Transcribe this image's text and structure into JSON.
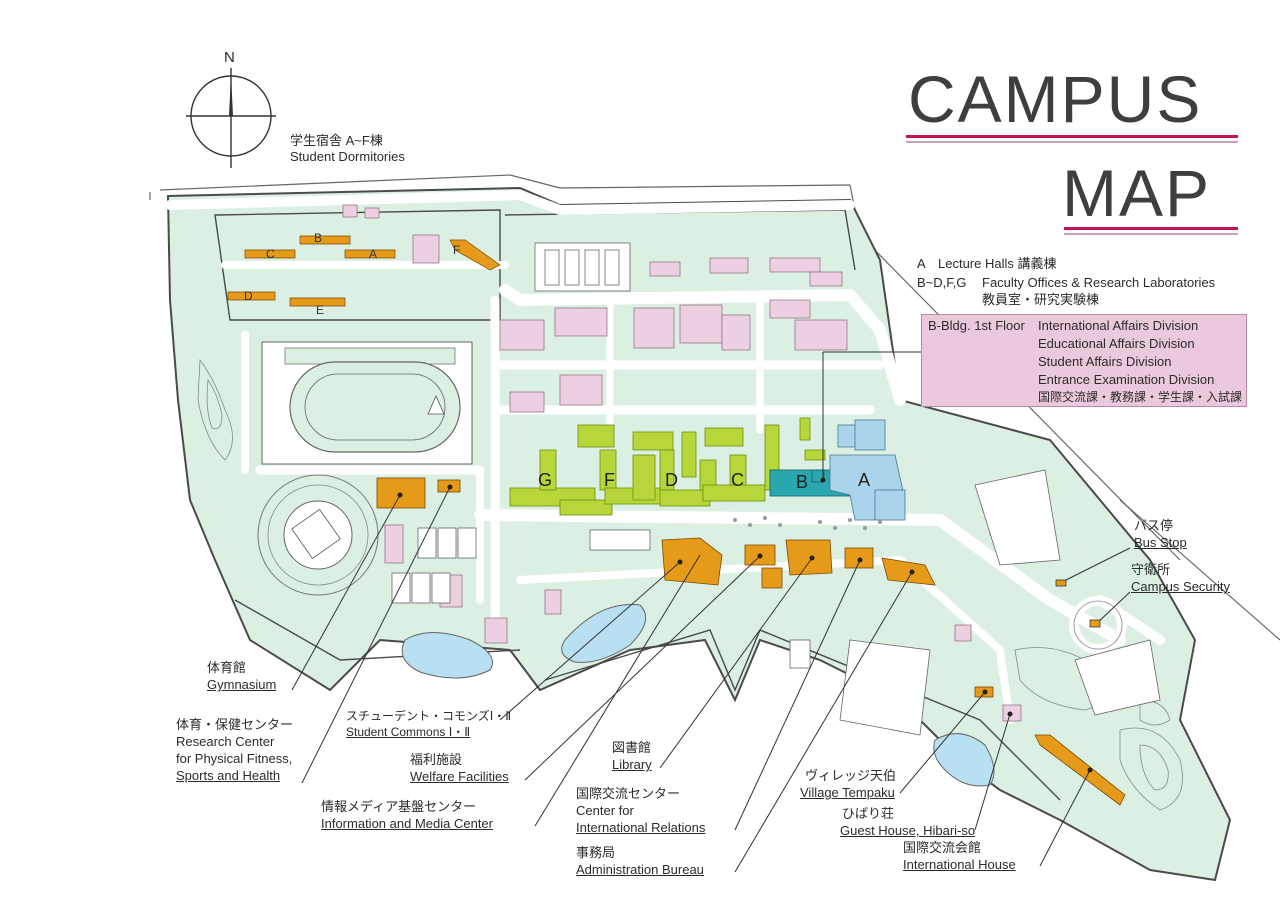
{
  "title": {
    "line1": "CAMPUS",
    "line2": "MAP"
  },
  "compass": {
    "north": "N"
  },
  "legend": {
    "a_code": "A",
    "a_text": "Lecture Halls 講義棟",
    "bdfg_code": "B~D,F,G",
    "bdfg_text": "Faculty Offices & Research Laboratories",
    "bdfg_jp": "教員室・研究実験棟"
  },
  "info_box": {
    "heading": "B-Bldg. 1st Floor",
    "lines": [
      "International Affairs Division",
      "Educational Affairs Division",
      "Student Affairs Division",
      "Entrance Examination Division"
    ],
    "jp": "国際交流課・教務課・学生課・入試課"
  },
  "dorm_label": {
    "jp": "学生宿舎 A~F棟",
    "en": "Student Dormitories"
  },
  "dorm_letters": [
    "C",
    "B",
    "A",
    "F",
    "D",
    "E"
  ],
  "building_letters": [
    "G",
    "F",
    "D",
    "C",
    "B",
    "A"
  ],
  "labels": {
    "gym": {
      "jp": "体育館",
      "en": "Gymnasium"
    },
    "research_center": {
      "jp": "体育・保健センター",
      "en1": "Research Center",
      "en2": "for Physical Fitness,",
      "en3": "Sports and Health"
    },
    "commons": {
      "jp": "スチューデント・コモンズⅠ・Ⅱ",
      "en": "Student Commons Ⅰ・Ⅱ"
    },
    "welfare": {
      "jp": "福利施設",
      "en": "Welfare Facilities"
    },
    "media": {
      "jp": "情報メディア基盤センター",
      "en": "Information and Media Center"
    },
    "library": {
      "jp": "図書館",
      "en": "Library"
    },
    "intl_center": {
      "jp": "国際交流センター",
      "en1": "Center for",
      "en2": "International Relations"
    },
    "admin": {
      "jp": "事務局",
      "en": "Administration Bureau"
    },
    "village": {
      "jp": "ヴィレッジ天伯",
      "en": "Village Tempaku"
    },
    "guest": {
      "jp": "ひばり荘",
      "en": "Guest House, Hibari-so"
    },
    "intl_house": {
      "jp": "国際交流会館",
      "en": "International House"
    },
    "bus": {
      "jp": "バス停",
      "en": "Bus Stop"
    },
    "security": {
      "jp": "守衛所",
      "en": "Campus Security"
    }
  },
  "colors": {
    "grounds": "#dcefe3",
    "road": "#ffffff",
    "outline": "#4a4a4a",
    "lecture_halls": "#a9d4ec",
    "faculty_green": "#b6d63a",
    "b_building": "#2aa7ae",
    "facility_orange": "#e59a19",
    "other_building": "#eccfe0",
    "pond": "#b9dff2",
    "title_bar": "#c0145a"
  }
}
